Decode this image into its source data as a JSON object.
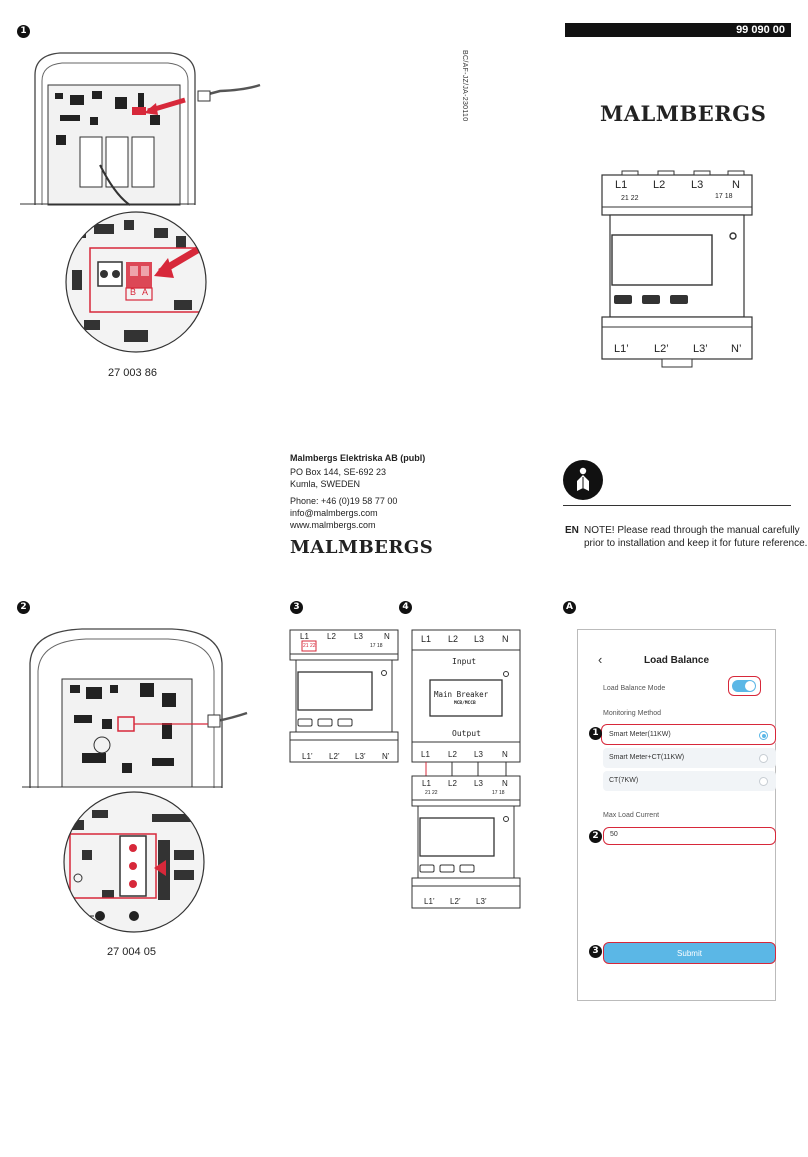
{
  "header": {
    "part_number": "99 090 00",
    "doc_code": "BC/AF-JZ/JA-230110",
    "brand": "MALMBERGS"
  },
  "steps": {
    "s1": "1",
    "s2": "2",
    "s3": "3",
    "s4": "4",
    "sA": "A"
  },
  "figure1": {
    "terminal_label": "B A",
    "caption": "27 003 86"
  },
  "figure2": {
    "caption": "27 004 05"
  },
  "meter": {
    "top_labels": [
      "L1",
      "L2",
      "L3",
      "N"
    ],
    "top_small_left": "21 22",
    "top_small_right": "17 18",
    "bottom_labels": [
      "L1’",
      "L2’",
      "L3’",
      "N’"
    ]
  },
  "figure4": {
    "input_label": "Input",
    "breaker_title": "Main Breaker",
    "breaker_sub": "MCB/MCCB",
    "output_label": "Output"
  },
  "company": {
    "name": "Malmbergs Elektriska AB (publ)",
    "address1": "PO Box 144, SE-692 23",
    "address2": "Kumla, SWEDEN",
    "phone": "Phone: +46 (0)19 58 77 00",
    "email": "info@malmbergs.com",
    "web": "www.malmbergs.com",
    "brand": "MALMBERGS"
  },
  "note": {
    "lang": "EN",
    "text_line1": "NOTE! Please read through the manual carefully",
    "text_line2": "prior to installation and keep it for future reference."
  },
  "app": {
    "back": "‹",
    "title": "Load Balance",
    "mode_label": "Load Balance Mode",
    "monitoring_label": "Monitoring Method",
    "options": [
      "Smart Meter(11KW)",
      "Smart Meter+CT(11KW)",
      "CT(7KW)"
    ],
    "selected_index": 0,
    "max_label": "Max Load Current",
    "max_value": "50",
    "submit": "Submit",
    "markers": [
      "1",
      "2",
      "3"
    ],
    "accent_color": "#5bb7e6",
    "highlight_color": "#d7283a"
  }
}
